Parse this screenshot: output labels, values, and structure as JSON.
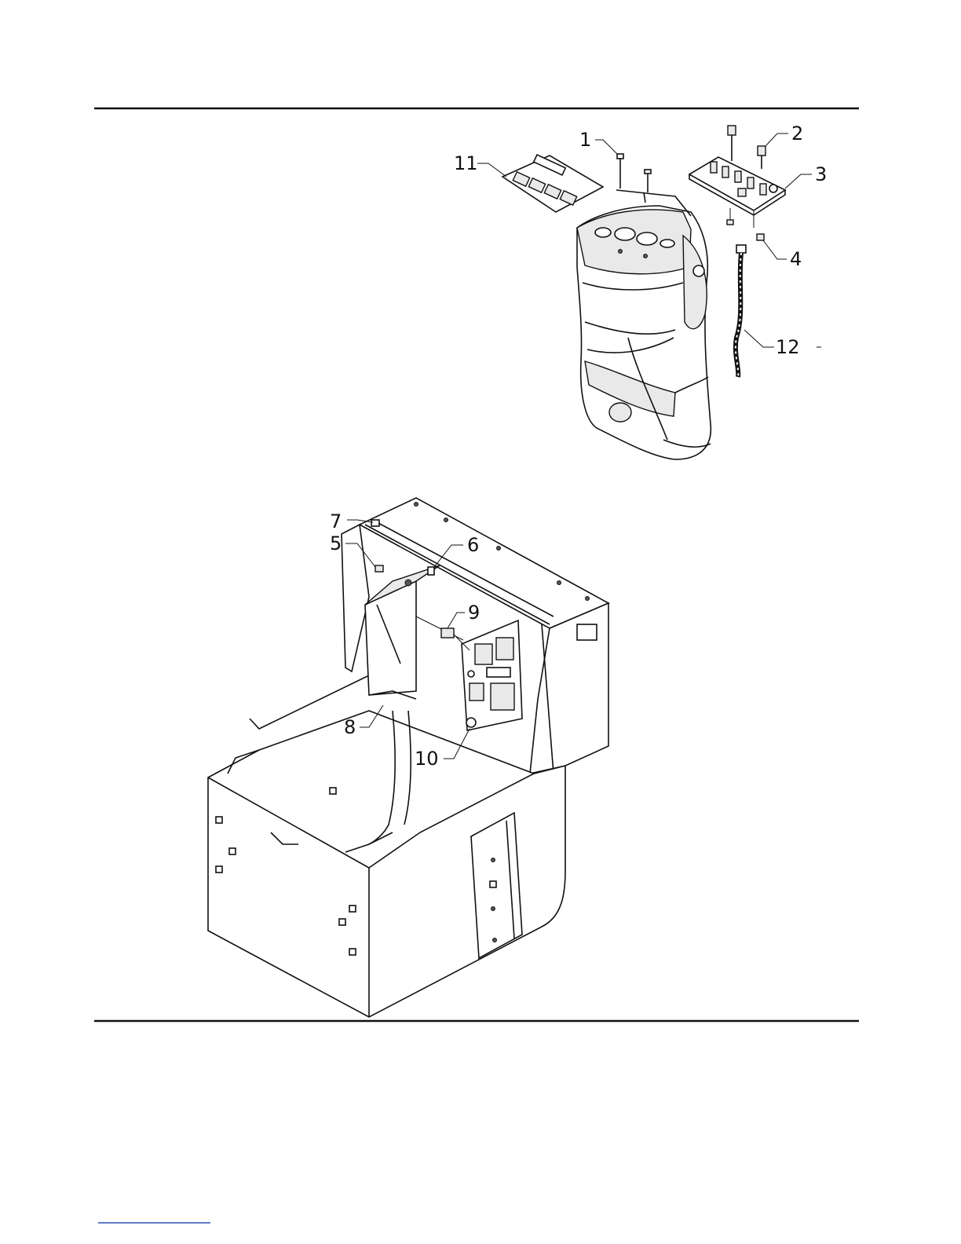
{
  "diagram": {
    "callouts": {
      "c1": "1",
      "c2": "2",
      "c3": "3",
      "c4": "4",
      "c5": "5",
      "c6": "6",
      "c7": "7",
      "c8": "8",
      "c9": "9",
      "c10": "10",
      "c11": "11",
      "c12": "12"
    }
  },
  "colors": {
    "ink": "#111111",
    "paper": "#ffffff",
    "footer_rule": "#2b4fb0"
  }
}
